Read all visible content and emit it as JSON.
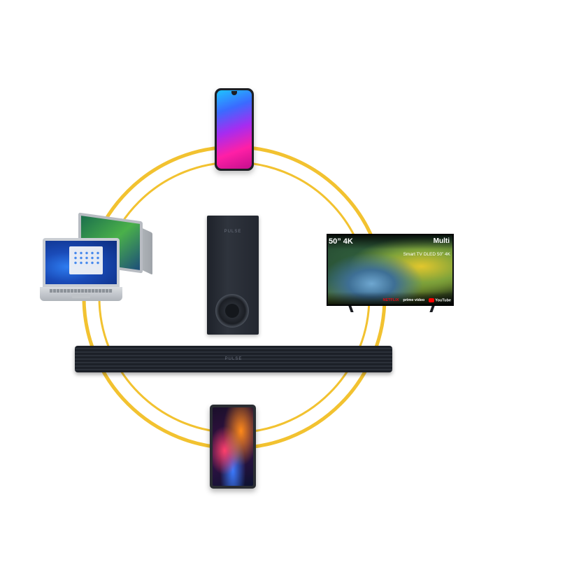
{
  "colors": {
    "ring": "#f2c230",
    "background": "#ffffff"
  },
  "devices": {
    "subwoofer": {
      "brand": "PULSE"
    },
    "soundbar": {
      "brand": "PULSE"
    },
    "tv": {
      "size_label": "50” 4K",
      "brand": "Multi",
      "model": "Smart TV DLED 50” 4K",
      "apps": {
        "netflix": "NETFLIX",
        "prime": "prime video",
        "youtube": "YouTube"
      }
    },
    "icons": [
      "phone-image",
      "laptop-image",
      "convertible-laptop-image",
      "tablet-image",
      "subwoofer-image",
      "soundbar-image",
      "tv-image"
    ]
  }
}
